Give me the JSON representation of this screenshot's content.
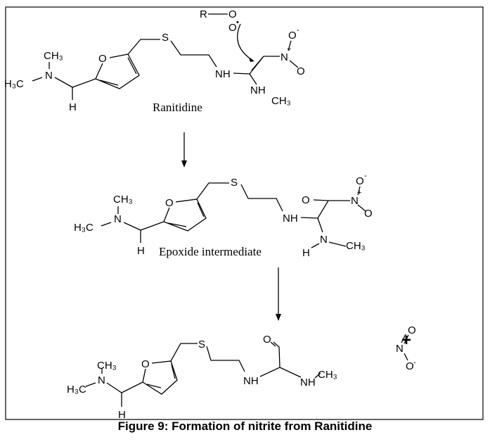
{
  "figure": {
    "caption": "Figure 9: Formation of nitrite from Ranitidine",
    "plus_sign": "+"
  },
  "ranitidine": {
    "name": "Ranitidine",
    "ch3_top": "CH₃",
    "n": "N",
    "h3c": "H₃C",
    "h": "H",
    "o_ring": "O",
    "s": "S",
    "nh": "NH",
    "nh_ch3": "NH",
    "ch3": "CH₃",
    "n_nitro": "N",
    "n_plus": "+",
    "o_minus": "O",
    "minus": "-",
    "o_double": "O",
    "radical_r": "R",
    "radical_o1": "O",
    "radical_o2": "O",
    "radical_dot": "•"
  },
  "epoxide": {
    "name": "Epoxide intermediate",
    "ch3_top": "CH₃",
    "n": "N",
    "h3c": "H₃C",
    "h": "H",
    "o_ring": "O",
    "s": "S",
    "nh": "NH",
    "o_epox": "O",
    "n_nitro": "N",
    "n_plus": "+",
    "o_minus": "O",
    "minus": "-",
    "o_double": "O",
    "n_amine": "N",
    "ch3": "CH₃",
    "h_amine": "H"
  },
  "product": {
    "ch3_top": "CH₃",
    "n": "N",
    "h3c": "H₃C",
    "h": "H",
    "o_ring": "O",
    "s": "S",
    "nh": "NH",
    "o_ald": "O",
    "nh2": "NH",
    "ch3": "CH₃"
  },
  "nitrite": {
    "o_top": "O",
    "n": "N",
    "o_bottom": "O",
    "minus": "-"
  }
}
